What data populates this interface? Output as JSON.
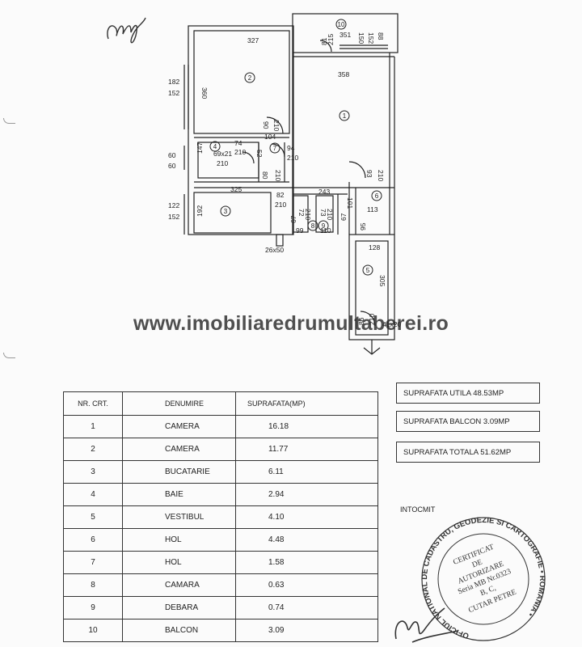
{
  "watermark": "www.imobiliaredrumultaberei.ro",
  "plan": {
    "room_numbers": [
      "1",
      "2",
      "3",
      "4",
      "5",
      "6",
      "7",
      "8",
      "9",
      "10"
    ],
    "dimensions": [
      "327",
      "360",
      "182",
      "152",
      "358",
      "90",
      "210",
      "104",
      "74",
      "210",
      "52",
      "94",
      "210",
      "147",
      "69x21",
      "210",
      "60",
      "60",
      "80",
      "210",
      "93",
      "210",
      "325",
      "82",
      "210",
      "243",
      "101",
      "122",
      "152",
      "192",
      "72",
      "210",
      "73",
      "210",
      "113",
      "67",
      "95",
      "99",
      "110",
      "67",
      "26x50",
      "128",
      "305",
      "86",
      "210",
      "41x20",
      "351",
      "150",
      "152",
      "88",
      "81",
      "215"
    ]
  },
  "table": {
    "headers": [
      "NR. CRT.",
      "DENUMIRE",
      "SUPRAFATA(MP)"
    ],
    "rows": [
      {
        "nr": "1",
        "name": "CAMERA",
        "area": "16.18"
      },
      {
        "nr": "2",
        "name": "CAMERA",
        "area": "11.77"
      },
      {
        "nr": "3",
        "name": "BUCATARIE",
        "area": "6.11"
      },
      {
        "nr": "4",
        "name": "BAIE",
        "area": "2.94"
      },
      {
        "nr": "5",
        "name": "VESTIBUL",
        "area": "4.10"
      },
      {
        "nr": "6",
        "name": "HOL",
        "area": "4.48"
      },
      {
        "nr": "7",
        "name": "HOL",
        "area": "1.58"
      },
      {
        "nr": "8",
        "name": "CAMARA",
        "area": "0.63"
      },
      {
        "nr": "9",
        "name": "DEBARA",
        "area": "0.74"
      },
      {
        "nr": "10",
        "name": "BALCON",
        "area": "3.09"
      }
    ]
  },
  "summary": {
    "utila": "SUPRAFATA UTILA 48.53MP",
    "balcon": "SUPRAFATA BALCON 3.09MP",
    "totala": "SUPRAFATA TOTALA  51.62MP"
  },
  "intocmit": "INTOCMIT",
  "stamp": {
    "ring": "OFICIUL NATIONAL DE CADASTRU, GEODEZIE SI CARTOGRAFIE • ROMANIA •",
    "lines": [
      "CERTIFICAT",
      "DE",
      "AUTORIZARE",
      "Seria MB Nr.0323",
      "B, C,",
      "CUTAR PETRE"
    ]
  },
  "colors": {
    "ink": "#222222",
    "paper": "#fbfbfb",
    "line": "#333333"
  }
}
